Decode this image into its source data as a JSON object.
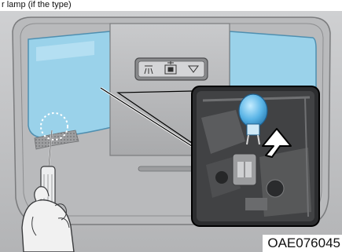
{
  "document": {
    "heading_partial": "r lamp (if the type)",
    "figure_code": "OAE076045"
  },
  "icons": {
    "lamp_buttons": [
      "room-lamp-icon",
      "door-lamp-icon",
      "lamp-off-icon"
    ],
    "callout": "replacement-bulb",
    "arrow": "arrow-up-right",
    "tool": "flat-blade-screwdriver",
    "pry_point": "dotted-circle"
  },
  "colors": {
    "lens_blue": "#9ad2ea",
    "console_gray": "#bfc0c2",
    "bulb_blue": "#59b4e6"
  }
}
